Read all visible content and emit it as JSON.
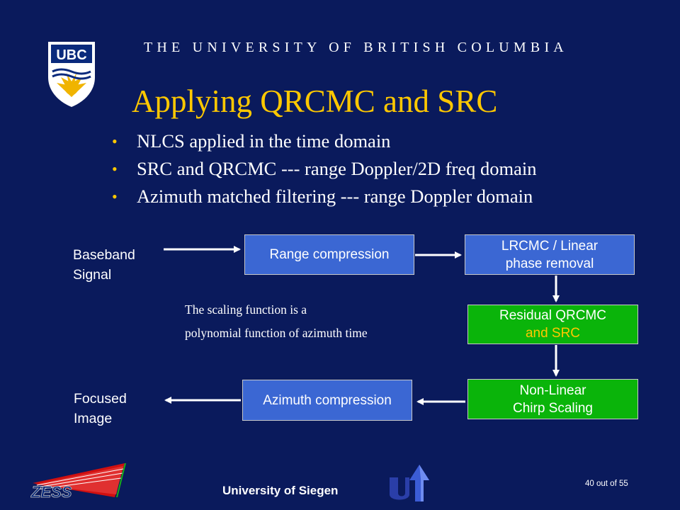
{
  "header": {
    "university": "THE UNIVERSITY OF BRITISH COLUMBIA",
    "logo_text": "UBC"
  },
  "slide": {
    "title": "Applying QRCMC and SRC",
    "bullets": [
      "NLCS applied in the time domain",
      "SRC and QRCMC --- range Doppler/2D freq domain",
      "Azimuth matched filtering --- range Doppler domain"
    ]
  },
  "diagram": {
    "baseband_line1": "Baseband",
    "baseband_line2": "Signal",
    "range_compression": "Range compression",
    "lrcmc_line1": "LRCMC / Linear",
    "lrcmc_line2": "phase removal",
    "residual_line1": "Residual QRCMC",
    "residual_line2": "and SRC",
    "nonlinear_line1": "Non-Linear",
    "nonlinear_line2": "Chirp Scaling",
    "azimuth_compression": "Azimuth compression",
    "focused_line1": "Focused",
    "focused_line2": "Image",
    "note_line1": "The scaling function is a",
    "note_line2": "polynomial function of azimuth time"
  },
  "footer": {
    "university": "University of Siegen",
    "zess_logo_text": "ZESS",
    "page": "40 out of 55"
  },
  "colors": {
    "background": "#0a1a5c",
    "title": "#ffc800",
    "box_blue": "#3b67d3",
    "box_green": "#0ab40a",
    "highlight_text": "#ffc800"
  }
}
